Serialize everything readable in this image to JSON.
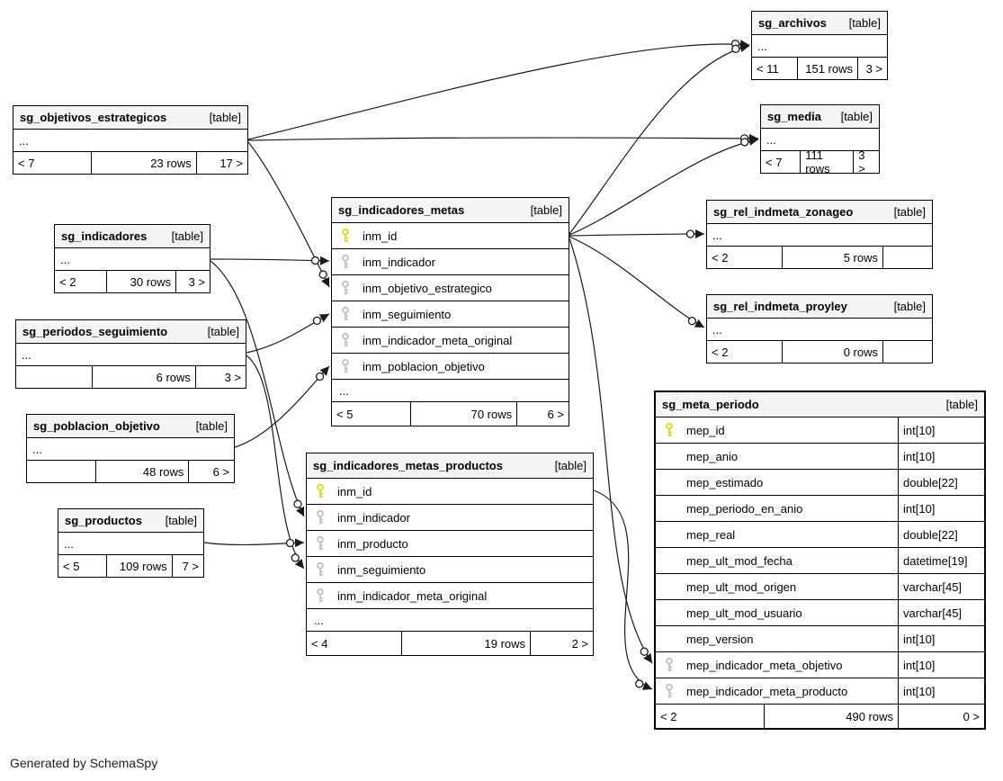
{
  "diagram": {
    "footer_note": "Generated by SchemaSpy",
    "table_tag": "[table]",
    "ellipsis": "...",
    "pk_color": "#d9d900",
    "fk_color": "#bfbfbf",
    "header_bg": "#f4f4f4",
    "line_color": "#1a1a1a"
  },
  "tables": [
    {
      "id": "sg_archivos",
      "name": "sg_archivos",
      "columns": [],
      "ellipsis": true,
      "footer": {
        "left": "< 11",
        "rows": "151 rows",
        "right": "3 >"
      }
    },
    {
      "id": "sg_objetivos_estrategicos",
      "name": "sg_objetivos_estrategicos",
      "columns": [],
      "ellipsis": true,
      "footer": {
        "left": "< 7",
        "rows": "23 rows",
        "right": "17 >"
      }
    },
    {
      "id": "sg_media",
      "name": "sg_media",
      "columns": [],
      "ellipsis": true,
      "footer": {
        "left": "< 7",
        "rows": "111 rows",
        "right": "3 >"
      }
    },
    {
      "id": "sg_indicadores",
      "name": "sg_indicadores",
      "columns": [],
      "ellipsis": true,
      "footer": {
        "left": "< 2",
        "rows": "30 rows",
        "right": "3 >"
      }
    },
    {
      "id": "sg_indicadores_metas",
      "name": "sg_indicadores_metas",
      "ellipsis": true,
      "columns": [
        {
          "name": "inm_id",
          "key": "pk"
        },
        {
          "name": "inm_indicador",
          "key": "fk"
        },
        {
          "name": "inm_objetivo_estrategico",
          "key": "fk"
        },
        {
          "name": "inm_seguimiento",
          "key": "fk"
        },
        {
          "name": "inm_indicador_meta_original",
          "key": "fk"
        },
        {
          "name": "inm_poblacion_objetivo",
          "key": "fk"
        }
      ],
      "footer": {
        "left": "< 5",
        "rows": "70 rows",
        "right": "6 >"
      }
    },
    {
      "id": "sg_rel_indmeta_zonageo",
      "name": "sg_rel_indmeta_zonageo",
      "columns": [],
      "ellipsis": true,
      "footer": {
        "left": "< 2",
        "rows": "5 rows",
        "right": ""
      }
    },
    {
      "id": "sg_periodos_seguimiento",
      "name": "sg_periodos_seguimiento",
      "columns": [],
      "ellipsis": true,
      "footer": {
        "left": "",
        "rows": "6 rows",
        "right": "3 >"
      }
    },
    {
      "id": "sg_rel_indmeta_proyley",
      "name": "sg_rel_indmeta_proyley",
      "columns": [],
      "ellipsis": true,
      "footer": {
        "left": "< 2",
        "rows": "0 rows",
        "right": ""
      }
    },
    {
      "id": "sg_poblacion_objetivo",
      "name": "sg_poblacion_objetivo",
      "columns": [],
      "ellipsis": true,
      "footer": {
        "left": "",
        "rows": "48 rows",
        "right": "6 >"
      }
    },
    {
      "id": "sg_meta_periodo",
      "name": "sg_meta_periodo",
      "ellipsis": false,
      "columns": [
        {
          "name": "mep_id",
          "type": "int[10]",
          "key": "pk"
        },
        {
          "name": "mep_anio",
          "type": "int[10]"
        },
        {
          "name": "mep_estimado",
          "type": "double[22]"
        },
        {
          "name": "mep_periodo_en_anio",
          "type": "int[10]"
        },
        {
          "name": "mep_real",
          "type": "double[22]"
        },
        {
          "name": "mep_ult_mod_fecha",
          "type": "datetime[19]"
        },
        {
          "name": "mep_ult_mod_origen",
          "type": "varchar[45]"
        },
        {
          "name": "mep_ult_mod_usuario",
          "type": "varchar[45]"
        },
        {
          "name": "mep_version",
          "type": "int[10]"
        },
        {
          "name": "mep_indicador_meta_objetivo",
          "type": "int[10]",
          "key": "fk"
        },
        {
          "name": "mep_indicador_meta_producto",
          "type": "int[10]",
          "key": "fk"
        }
      ],
      "footer": {
        "left": "< 2",
        "rows": "490 rows",
        "right": "0 >"
      }
    },
    {
      "id": "sg_productos",
      "name": "sg_productos",
      "columns": [],
      "ellipsis": true,
      "footer": {
        "left": "< 5",
        "rows": "109 rows",
        "right": "7 >"
      }
    },
    {
      "id": "sg_indicadores_metas_productos",
      "name": "sg_indicadores_metas_productos",
      "ellipsis": true,
      "columns": [
        {
          "name": "inm_id",
          "key": "pk"
        },
        {
          "name": "inm_indicador",
          "key": "fk"
        },
        {
          "name": "inm_producto",
          "key": "fk"
        },
        {
          "name": "inm_seguimiento",
          "key": "fk"
        },
        {
          "name": "inm_indicador_meta_original",
          "key": "fk"
        }
      ],
      "footer": {
        "left": "< 4",
        "rows": "19 rows",
        "right": "2 >"
      }
    }
  ],
  "relationships": [
    {
      "parent": "sg_objetivos_estrategicos",
      "child": "sg_archivos"
    },
    {
      "parent": "sg_objetivos_estrategicos",
      "child": "sg_media"
    },
    {
      "parent": "sg_objetivos_estrategicos",
      "child": "sg_indicadores_metas",
      "child_column": "inm_objetivo_estrategico"
    },
    {
      "parent": "sg_indicadores",
      "child": "sg_indicadores_metas",
      "child_column": "inm_indicador"
    },
    {
      "parent": "sg_indicadores",
      "child": "sg_indicadores_metas_productos",
      "child_column": "inm_indicador"
    },
    {
      "parent": "sg_periodos_seguimiento",
      "child": "sg_indicadores_metas",
      "child_column": "inm_seguimiento"
    },
    {
      "parent": "sg_periodos_seguimiento",
      "child": "sg_indicadores_metas_productos",
      "child_column": "inm_seguimiento"
    },
    {
      "parent": "sg_poblacion_objetivo",
      "child": "sg_indicadores_metas",
      "child_column": "inm_poblacion_objetivo"
    },
    {
      "parent": "sg_productos",
      "child": "sg_indicadores_metas_productos",
      "child_column": "inm_producto"
    },
    {
      "parent": "sg_indicadores_metas",
      "child": "sg_archivos"
    },
    {
      "parent": "sg_indicadores_metas",
      "child": "sg_media"
    },
    {
      "parent": "sg_indicadores_metas",
      "child": "sg_rel_indmeta_zonageo"
    },
    {
      "parent": "sg_indicadores_metas",
      "child": "sg_rel_indmeta_proyley"
    },
    {
      "parent": "sg_indicadores_metas",
      "child": "sg_meta_periodo",
      "child_column": "mep_indicador_meta_objetivo"
    },
    {
      "parent": "sg_indicadores_metas_productos",
      "child": "sg_meta_periodo",
      "child_column": "mep_indicador_meta_producto"
    }
  ]
}
